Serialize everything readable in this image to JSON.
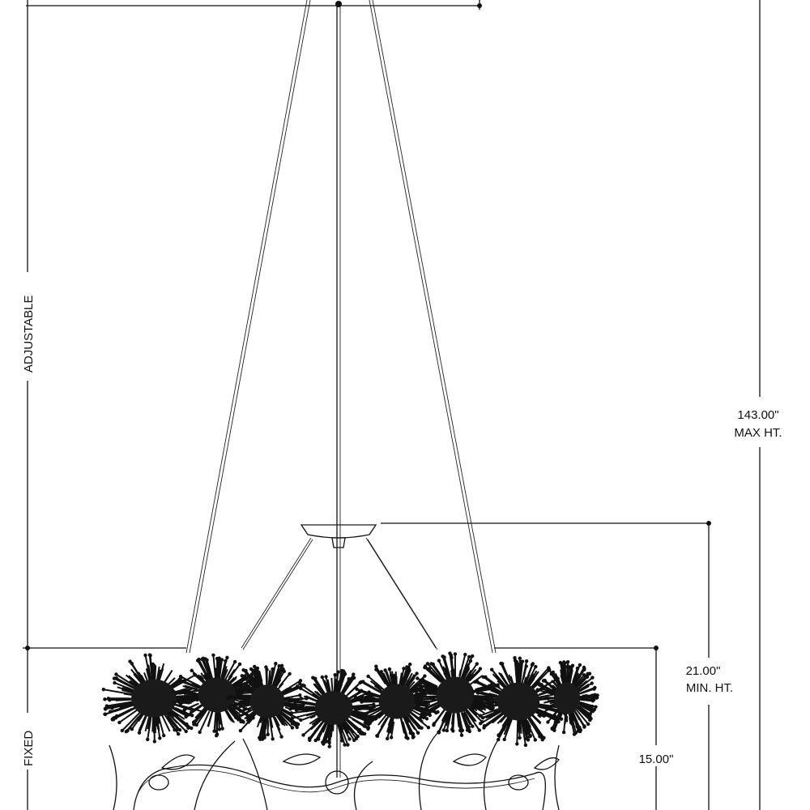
{
  "dimensions": {
    "adjustable_label": "ADJUSTABLE",
    "fixed_label": "FIXED",
    "max_height_value": "143.00\"",
    "max_height_label": "MAX HT.",
    "min_height_value": "21.00\"",
    "min_height_label": "MIN. HT.",
    "body_height_value": "15.00\""
  }
}
